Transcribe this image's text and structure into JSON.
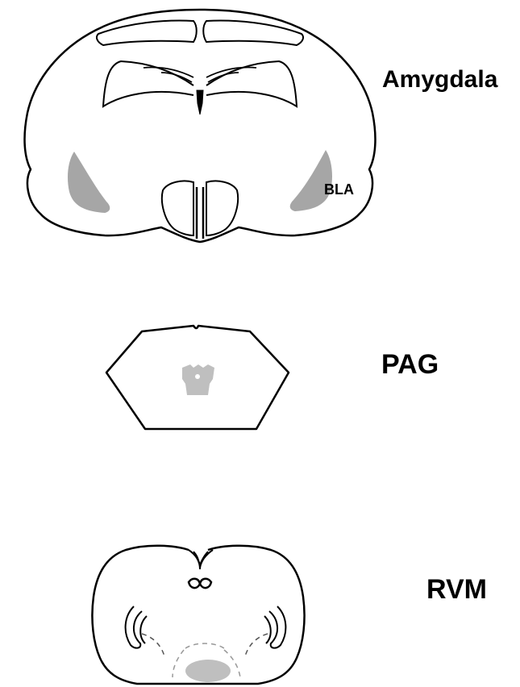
{
  "sections": {
    "amygdala": {
      "label": "Amygdala",
      "region_label": "BLA",
      "region_color": "#a6a6a6"
    },
    "pag": {
      "label": "PAG",
      "region_color": "#bfbfbf"
    },
    "rvm": {
      "label": "RVM",
      "region_color": "#bfbfbf"
    }
  },
  "colors": {
    "outline": "#000000",
    "background": "#ffffff"
  }
}
